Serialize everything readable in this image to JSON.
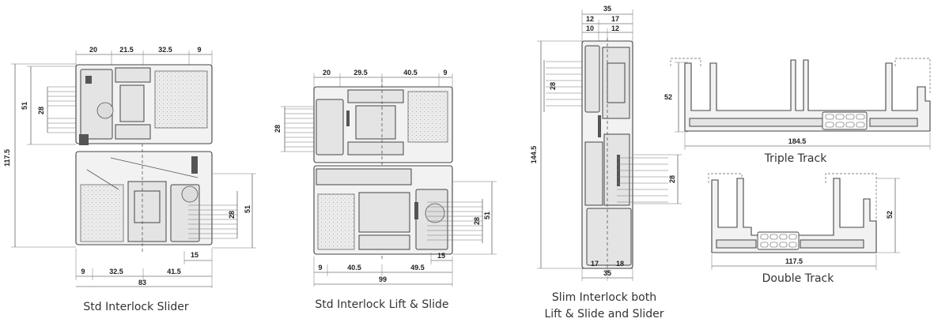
{
  "diagrams": {
    "std_slider": {
      "caption": "Std Interlock Slider",
      "dims": {
        "top": [
          "20",
          "21.5",
          "32.5",
          "9"
        ],
        "left_overall": "117.5",
        "left_51": "51",
        "left_28": "28",
        "right_51": "51",
        "right_28": "28",
        "bottom_15": "15",
        "bottom": [
          "9",
          "32.5",
          "41.5"
        ],
        "overall": "83"
      }
    },
    "std_lift_slide": {
      "caption": "Std Interlock Lift & Slide",
      "dims": {
        "top": [
          "20",
          "29.5",
          "40.5",
          "9"
        ],
        "left_28": "28",
        "right_51": "51",
        "right_28": "28",
        "bottom_15": "15",
        "bottom": [
          "9",
          "40.5",
          "49.5"
        ],
        "overall": "99"
      }
    },
    "slim_interlock": {
      "caption_line1": "Slim Interlock both",
      "caption_line2": "Lift & Slide and Slider",
      "dims": {
        "top_overall": "35",
        "top_row2": [
          "12",
          "17"
        ],
        "top_row3": [
          "10",
          "12"
        ],
        "left_overall": "144.5",
        "left_28": "28",
        "right_28": "28",
        "bottom": [
          "17",
          "18"
        ],
        "bottom_overall": "35"
      }
    },
    "triple_track": {
      "caption": "Triple Track",
      "dims": {
        "height": "52",
        "width": "184.5"
      }
    },
    "double_track": {
      "caption": "Double Track",
      "dims": {
        "height": "52",
        "width": "117.5"
      }
    }
  }
}
